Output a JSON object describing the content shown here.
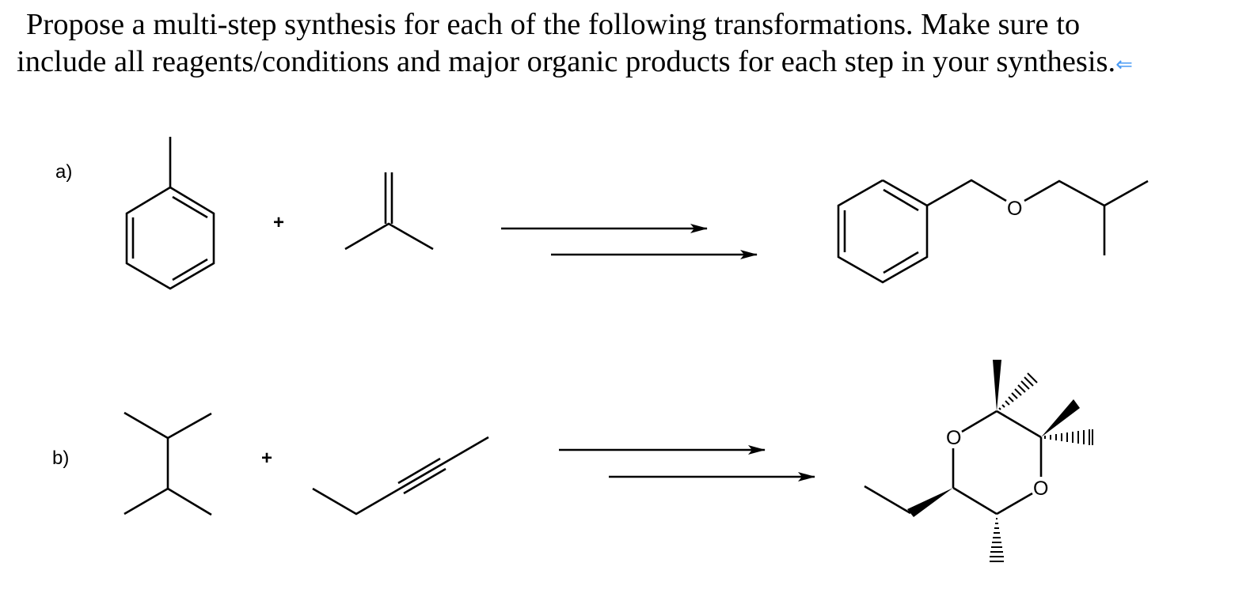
{
  "prompt": {
    "line1": "Propose a multi-step synthesis for each of the following transformations. Make sure to",
    "line2": "include all reagents/conditions and major organic products for each step in your synthesis.",
    "return_mark_icon": "⇐"
  },
  "problems": [
    {
      "label": "a)",
      "reactants": [
        "toluene",
        "2-methylpropene (isobutylene)"
      ],
      "plus": "+",
      "arrows": 2,
      "product": "benzyl isobutyl ether",
      "atom_labels": [
        "O"
      ]
    },
    {
      "label": "b)",
      "reactants": [
        "2,3-dimethylbutane",
        "2-pentyne"
      ],
      "plus": "+",
      "arrows": 2,
      "product": "6-ethyl-2,2,3,3,5-pentamethyl-1,4-dioxane (stereodefined)",
      "atom_labels": [
        "O",
        "O"
      ]
    }
  ]
}
